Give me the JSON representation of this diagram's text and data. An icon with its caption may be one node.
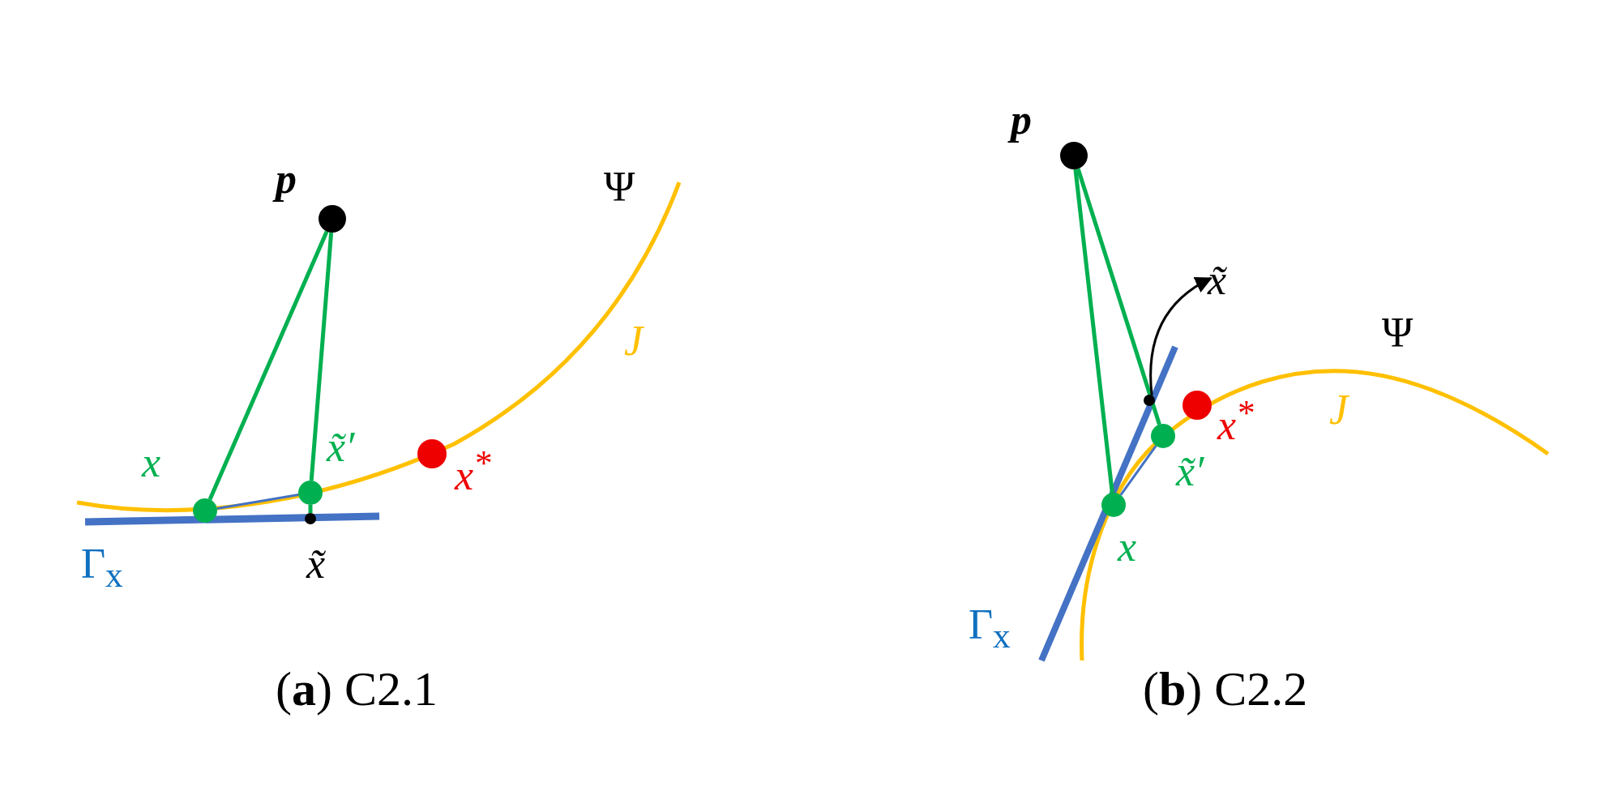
{
  "diagram": {
    "nodes": [
      {
        "text": [],
        "shape": "circle",
        "beside": [
          "p"
        ]
      },
      {
        "text": [],
        "shape": "circle",
        "beside": [
          "x"
        ]
      },
      {
        "text": [],
        "shape": "circle",
        "beside": [
          "x̃′"
        ]
      },
      {
        "text": [],
        "shape": "circle",
        "beside": [
          "x̃"
        ]
      },
      {
        "text": [],
        "shape": "circle",
        "beside": [
          "x$^{*}$"
        ]
      },
      {
        "text": [],
        "shape": "circle",
        "beside": [
          "p"
        ]
      },
      {
        "text": [],
        "shape": "circle",
        "beside": [
          "x"
        ]
      },
      {
        "text": [],
        "shape": "circle",
        "beside": [
          "x̃′"
        ]
      },
      {
        "text": [],
        "shape": "circle"
      },
      {
        "text": [
          "x̃"
        ]
      },
      {
        "text": [],
        "shape": "circle",
        "beside": [
          "x$^{*}$"
        ]
      }
    ],
    "edges": [
      {
        "from": 0,
        "to": 1,
        "arrow": "none"
      },
      {
        "from": 0,
        "to": 2,
        "arrow": "none"
      },
      {
        "from": 1,
        "to": 2,
        "arrow": "none",
        "color": "#4472c4"
      },
      {
        "from": 2,
        "to": 3,
        "arrow": "none"
      },
      {
        "from": 5,
        "to": 6,
        "arrow": "none"
      },
      {
        "from": 5,
        "to": 7,
        "arrow": "none"
      },
      {
        "from": 6,
        "to": 7,
        "arrow": "none",
        "color": "#4472c4"
      },
      {
        "from": 8,
        "to": 9,
        "arrow": "to",
        "color": "#000000"
      }
    ],
    "labels": [
      "Ψ",
      "J",
      "Γ$_{x}$",
      "(**a**) C2.1",
      "Ψ",
      "J",
      "Γ$_{x}$",
      "(**b**) C2.2"
    ]
  }
}
